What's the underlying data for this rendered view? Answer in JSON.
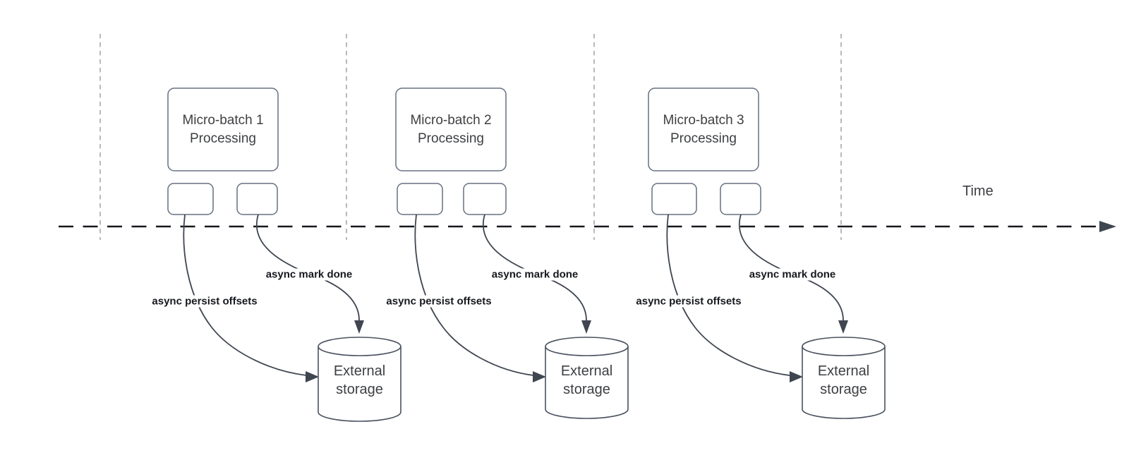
{
  "diagram": {
    "time_label": "Time",
    "groups": [
      {
        "title_line1": "Micro-batch 1",
        "title_line2": "Processing",
        "persist_label": "async persist offsets",
        "mark_done_label": "async mark done",
        "storage_line1": "External",
        "storage_line2": "storage"
      },
      {
        "title_line1": "Micro-batch 2",
        "title_line2": "Processing",
        "persist_label": "async persist offsets",
        "mark_done_label": "async mark done",
        "storage_line1": "External",
        "storage_line2": "storage"
      },
      {
        "title_line1": "Micro-batch 3",
        "title_line2": "Processing",
        "persist_label": "async persist offsets",
        "mark_done_label": "async mark done",
        "storage_line1": "External",
        "storage_line2": "storage"
      }
    ],
    "colors": {
      "connector": "#3f4650",
      "box_border": "#667080",
      "guide_line": "#a8a8ac",
      "timeline": "#16181d",
      "body_text": "#3d3f42",
      "label_text": "#16181d",
      "background": "#ffffff"
    }
  }
}
